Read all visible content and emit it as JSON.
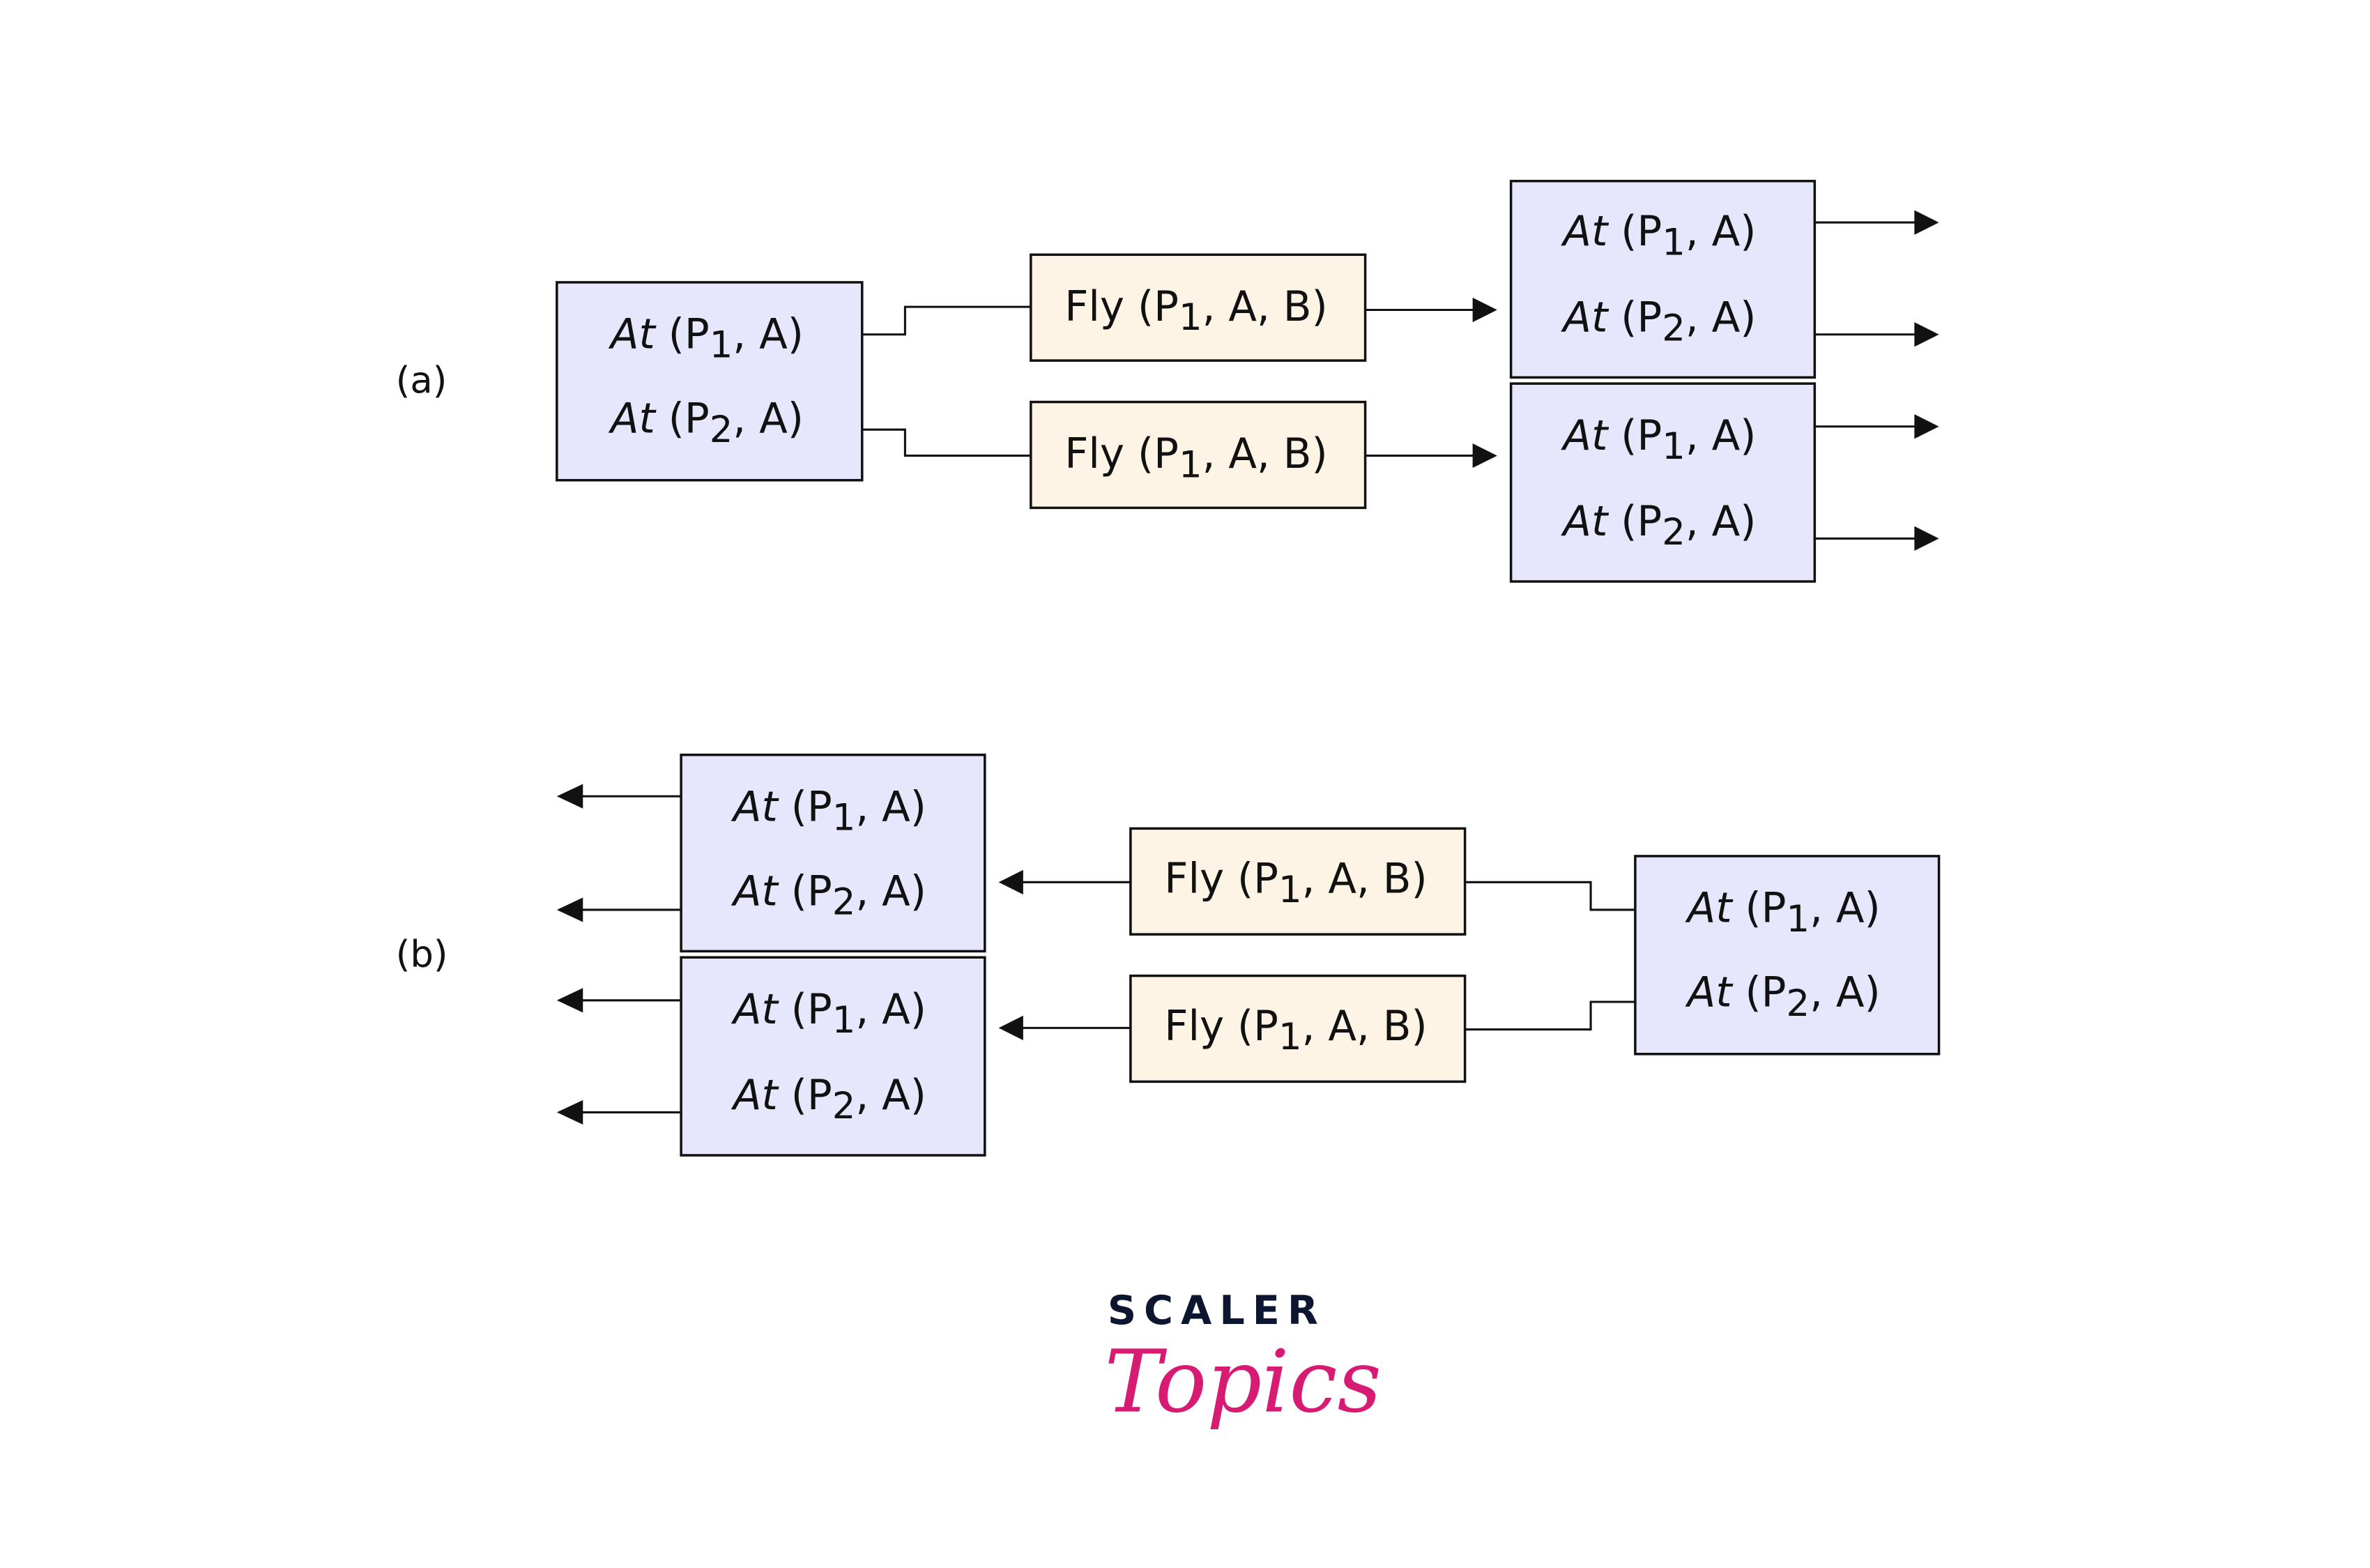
{
  "diagram": {
    "part_a": {
      "label": "(a)",
      "state_left": {
        "line1": {
          "pred": "At",
          "arg": "P",
          "sub": "1",
          "rest": ", A)"
        },
        "line2": {
          "pred": "At",
          "arg": "P",
          "sub": "2",
          "rest": ", A)"
        }
      },
      "actions": [
        {
          "name": "Fly",
          "arg": "P",
          "sub": "1",
          "rest": ", A, B)"
        },
        {
          "name": "Fly",
          "arg": "P",
          "sub": "1",
          "rest": ", A, B)"
        }
      ],
      "states_right": [
        {
          "line1": {
            "pred": "At",
            "arg": "P",
            "sub": "1",
            "rest": ", A)"
          },
          "line2": {
            "pred": "At",
            "arg": "P",
            "sub": "2",
            "rest": ", A)"
          }
        },
        {
          "line1": {
            "pred": "At",
            "arg": "P",
            "sub": "1",
            "rest": ", A)"
          },
          "line2": {
            "pred": "At",
            "arg": "P",
            "sub": "2",
            "rest": ", A)"
          }
        }
      ]
    },
    "part_b": {
      "label": "(b)",
      "states_left": [
        {
          "line1": {
            "pred": "At",
            "arg": "P",
            "sub": "1",
            "rest": ", A)"
          },
          "line2": {
            "pred": "At",
            "arg": "P",
            "sub": "2",
            "rest": ", A)"
          }
        },
        {
          "line1": {
            "pred": "At",
            "arg": "P",
            "sub": "1",
            "rest": ", A)"
          },
          "line2": {
            "pred": "At",
            "arg": "P",
            "sub": "2",
            "rest": ", A)"
          }
        }
      ],
      "actions": [
        {
          "name": "Fly",
          "arg": "P",
          "sub": "1",
          "rest": ", A, B)"
        },
        {
          "name": "Fly",
          "arg": "P",
          "sub": "1",
          "rest": ", A, B)"
        }
      ],
      "state_right": {
        "line1": {
          "pred": "At",
          "arg": "P",
          "sub": "1",
          "rest": ", A)"
        },
        "line2": {
          "pred": "At",
          "arg": "P",
          "sub": "2",
          "rest": ", A)"
        }
      }
    }
  },
  "logo": {
    "line1": "SCALER",
    "line2": "Topics"
  },
  "colors": {
    "state_fill": "#e6e6fc",
    "action_fill": "#fef4e6",
    "logo_dark": "#0d1630",
    "logo_pink": "#d81b72"
  }
}
